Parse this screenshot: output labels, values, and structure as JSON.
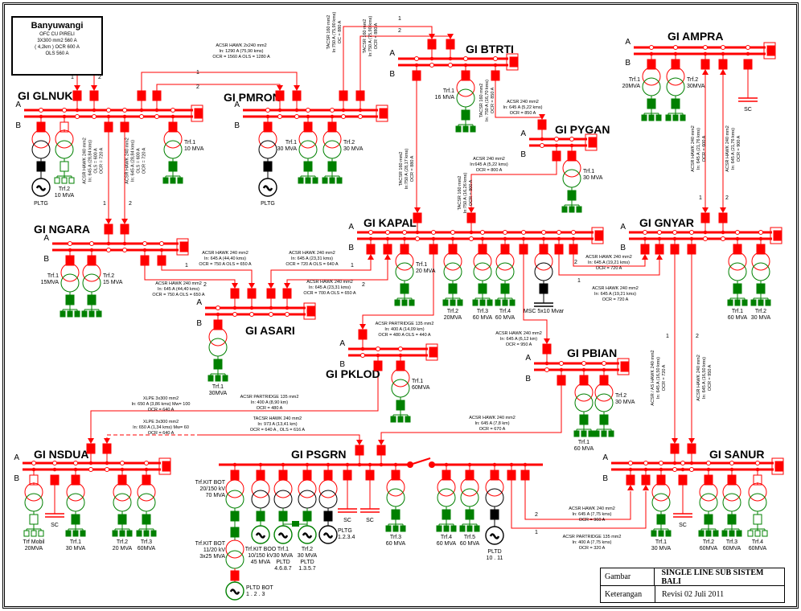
{
  "bus_labels": {
    "a": "A",
    "b": "B"
  },
  "source_box": {
    "title": "Banyuwangi",
    "lines": [
      "OFC CU PIRELI",
      "3X300 mm2 560 A",
      "( 4,2km ) OCR 600 A",
      "OLS 560 A"
    ]
  },
  "substations": [
    {
      "name": "GI GLNUK",
      "units": [
        [
          "PLTG"
        ],
        [
          "Trf.2",
          "10 MVA"
        ],
        [
          "Trf.1",
          "10 MVA"
        ]
      ]
    },
    {
      "name": "GI PMRON",
      "units": [
        [
          "PLTG"
        ],
        [
          "Trf.1",
          "30 MVA"
        ],
        [
          "Trf.2",
          "30 MVA"
        ]
      ]
    },
    {
      "name": "GI BTRTI",
      "units": [
        [
          "Trf.1",
          "16 MVA"
        ]
      ]
    },
    {
      "name": "GI AMPRA",
      "units": [
        [
          "Trf.1",
          "20MVA"
        ],
        [
          "Trf.2",
          "30MVA"
        ],
        [
          "SC"
        ]
      ]
    },
    {
      "name": "GI PYGAN",
      "units": [
        [
          "Trf.1",
          "30 MVA"
        ]
      ]
    },
    {
      "name": "GI NGARA",
      "units": [
        [
          "Trf.1",
          "15MVA"
        ],
        [
          "Trf.2",
          "15 MVA"
        ]
      ]
    },
    {
      "name": "GI KAPAL",
      "units": [
        [
          "Trf.1",
          "20 MVA"
        ],
        [
          "Trf.2",
          "20MVA"
        ],
        [
          "Trf.3",
          "60 MVA"
        ],
        [
          "Trf.4",
          "60 MVA"
        ],
        [
          "MSC 5x10 Mvar"
        ]
      ]
    },
    {
      "name": "GI GNYAR",
      "units": [
        [
          "Trf.1",
          "60 MVA"
        ],
        [
          "Trf.2",
          "30 MVA"
        ]
      ]
    },
    {
      "name": "GI ASARI",
      "units": [
        [
          "Trf.1",
          "30MVA"
        ]
      ]
    },
    {
      "name": "GI PKLOD",
      "units": [
        [
          "Trf.1",
          "60MVA"
        ]
      ]
    },
    {
      "name": "GI PBIAN",
      "units": [
        [
          "Trf.1",
          "60 MVA"
        ],
        [
          "Trf.2",
          "30 MVA"
        ]
      ]
    },
    {
      "name": "GI NSDUA",
      "units": [
        [
          "Trf Mobil",
          "20MVA"
        ],
        [
          "SC"
        ],
        [
          "Trf.1",
          "30 MVA"
        ],
        [
          "Trf.2",
          "20 MVA"
        ],
        [
          "Trf.3",
          "60MVA"
        ]
      ]
    },
    {
      "name": "GI PSGRN",
      "units": [
        [
          "Trf.KIT BOT",
          "20/150 kV",
          "70 MVA"
        ],
        [
          "Trf.KIT BOT",
          "11/20 kV",
          "3x25 MVA"
        ],
        [
          "PLTD BOT",
          "1 . 2 . 3"
        ],
        [
          "Trf.KIT BOO",
          "10/150 kV",
          "45 MVA"
        ],
        [
          "Trf.1",
          "30 MVA",
          "PLTD",
          "4.6.8.7"
        ],
        [
          "Trf.2",
          "30 MVA",
          "PLTD",
          "1.3.5.7"
        ],
        [
          "PLTG",
          "1.2.3.4"
        ],
        [
          "SC"
        ],
        [
          "SC"
        ],
        [
          "Trf.3",
          "60 MVA"
        ],
        [
          "Trf.4",
          "60 MVA"
        ],
        [
          "Trf.5",
          "60 MVA"
        ],
        [
          "PLTD",
          "10 . 11"
        ]
      ]
    },
    {
      "name": "GI SANUR",
      "units": [
        [
          "Trf.1",
          "30 MVA"
        ],
        [
          "SC"
        ],
        [
          "Trf.2",
          "60MVA"
        ],
        [
          "Trf.3",
          "60MVA"
        ],
        [
          "Trf.4",
          "60MVA"
        ]
      ]
    }
  ],
  "annotations": [
    [
      "ACSR HAWK 2x240 mm2",
      "In: 1290 A (75,90 kms)",
      "OCR = 1560 A OLS = 1280 A"
    ],
    [
      "TACSR 160 mm2",
      "In:750 A (75,90 kms)",
      "OC = 880 A"
    ],
    [
      "TACSR 160 mm2",
      "In:750 A (75,90 kms)",
      "OCR = 880 A"
    ],
    [
      "ACSR HAWK 240 mm2",
      "In: 645 A (28,84 kms)",
      "OLS = 600 A",
      "OCR = 720 A"
    ],
    [
      "ACSR HAWK 240 mm2",
      "In: 645 A (28,84 kms)",
      "OLS = 600 A",
      "OCR = 720 A"
    ],
    [
      "TACSR 160 mm2",
      "In: 750 A (16,70 kms)",
      "OCR = 850 A"
    ],
    [
      "ACSR 240 mm2",
      "In: 645 A (5,22 kms)",
      "OCR = 850 A"
    ],
    [
      "TACSR 160 mm2",
      "In:750 A (28,17 kms)",
      "OCR = 880 A"
    ],
    [
      "ACSR 240 mm2",
      "In:645 A (5,22 kms)",
      "OCR = 800 A"
    ],
    [
      "TACSR 160 mm2",
      "In:750 A (16,26 kms)",
      "OCR = 800 A"
    ],
    [
      "ACSR HAWK 240 mm2",
      "In: 645 A (21,76 kms)",
      "OCR = 600 A"
    ],
    [
      "ACSR HAWK 240 mm2",
      "In: 645 A (21,76 kms)",
      "OCR = 900 A"
    ],
    [
      "ACSR HAWK 240 mm2",
      "In: 645 A (44,40 kms)",
      "OCR = 750 A OLS = 650 A"
    ],
    [
      "ACSR HAWK 240 mm2",
      "In: 645 A (44,40 kms)",
      "OCR = 750 A OLS = 650 A"
    ],
    [
      "ACSR HAWK 240 mm2",
      "In: 645 A (23,31 kms)",
      "OCR = 720 A OLS = 640 A"
    ],
    [
      "ACSR HAWK 240 mm2",
      "In: 645 A (23,31 kms)",
      "OCR = 700 A OLS = 650 A"
    ],
    [
      "ACSR HAWK 240 mm2",
      "In: 645 A (19,21 kms)",
      "OCR = 720 A"
    ],
    [
      "ACSR HAWK 240 mm2",
      "In: 645 A (19,21 kms)",
      "OCR = 720 A"
    ],
    [
      "ACSR PARTRIDGE 135 mm2",
      "In: 400 A (14,09 km)",
      "OCR = 480 A OLS = 440 A"
    ],
    [
      "ACSR HAWK 240 mm2",
      "In: 645 A (6,12 km)",
      "OCR = 950 A"
    ],
    [
      "ACSR / AS HAWK 240 mm2",
      "In: 645 A (16,50 kms)",
      "OCR = 720 A"
    ],
    [
      "ACSR HAWK 240 mm2",
      "In: 645 A (16,50 kms)",
      "OCR = 950 A"
    ],
    [
      "XLPE 3x300 mm2",
      "In: 650 A (3,86 kms) Mw= 100",
      "OCR = 640 A"
    ],
    [
      "ACSR PARTRIDGE 135 mm2",
      "In: 400 A (8,90 km)",
      "OCR = 480 A"
    ],
    [
      "XLPE 3x300 mm2",
      "In: 650 A (1,34 kms) Mw= 60",
      "OCR = 640 A"
    ],
    [
      "TACSR HAWK 240 mm2",
      "In: 973 A (13,41 km)",
      "OCR = 640 A , OLS = 616 A"
    ],
    [
      "ACSR HAWK 240 mm2",
      "In: 645 A (7,8 km)",
      "OCR = 670 A"
    ],
    [
      "ACSR HAWK 240 mm2",
      "In: 645 A (7,75 kms)",
      "OCR = 960 A"
    ],
    [
      "ACSR PARTRIDGE 135 mm2",
      "In: 400 A (7,75 kms)",
      "OCR = 320 A"
    ]
  ],
  "circuit_numbers": [
    "1",
    "2",
    "1",
    "2",
    "1",
    "2",
    "1",
    "2",
    "1",
    "2",
    "1",
    "2",
    "1",
    "2",
    "2",
    "1",
    "1",
    "2",
    "2",
    "1"
  ],
  "title_block": {
    "gambar_label": "Gambar",
    "gambar_value": "SINGLE LINE SUB SISTEM BALI",
    "keterangan_label": "Keterangan",
    "keterangan_value": "Revisi 02 Juli 2011"
  },
  "colors": {
    "line": "#ff0000",
    "load": "#008000",
    "generator": "#000000"
  }
}
